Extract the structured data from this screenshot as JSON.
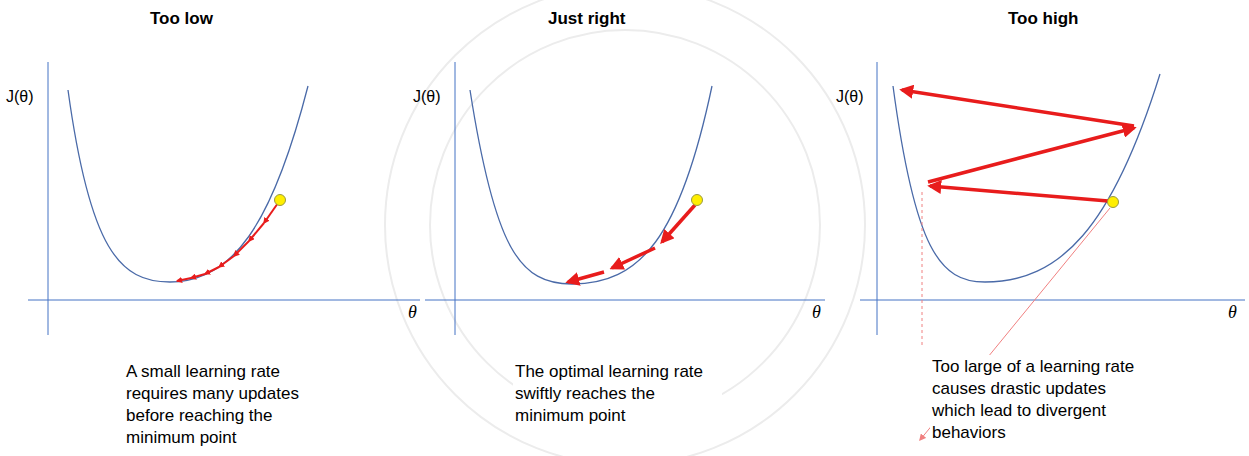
{
  "diagram": {
    "labels": [
      "Too low",
      "Just right",
      "Too high",
      "J(θ)",
      "θ",
      "A small learning rate requires many updates before reaching the minimum point",
      "J(θ)",
      "θ",
      "The optimal learning rate swiftly reaches the minimum point",
      "J(θ)",
      "θ",
      "Too large of a learning rate causes drastic updates which lead to divergent behaviors"
    ]
  }
}
